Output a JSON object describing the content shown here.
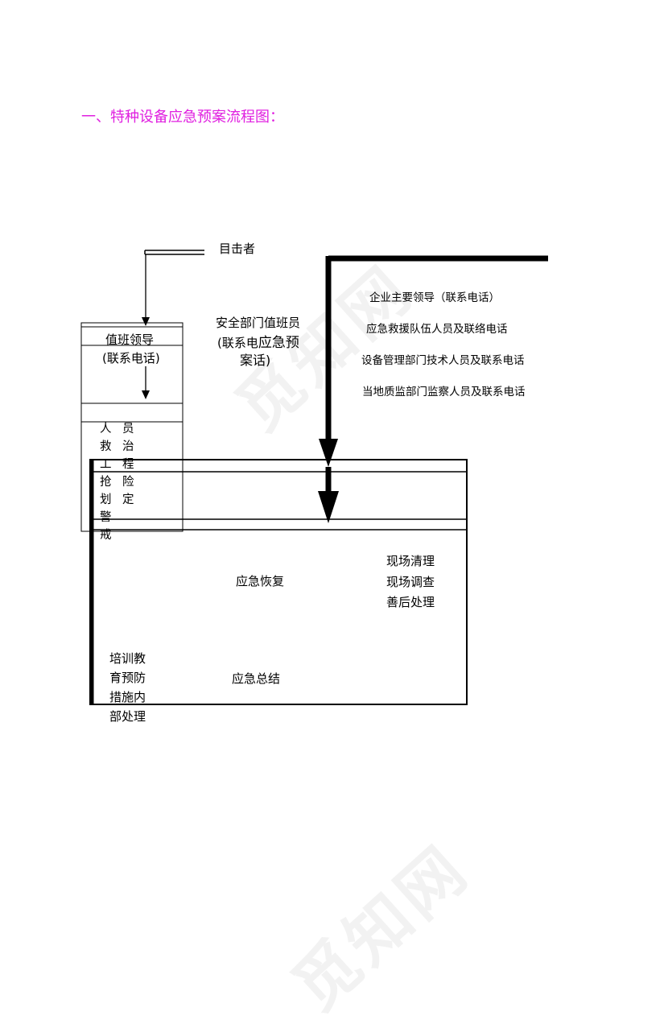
{
  "title": "一、特种设备应急预案流程图：",
  "witness": "目击者",
  "security_duty": {
    "line1": "安全部门值班员",
    "line2_a": "(联系电",
    "line2_b": "应急预",
    "line3": "案话)"
  },
  "contacts": [
    "企业主要领导（联系电话）",
    "应急救援队伍人员及联络电话",
    "设备管理部门技术人员及联系电话",
    "当地质监部门监察人员及联系电话"
  ],
  "duty_leader": {
    "line1": "值班领导",
    "line2": "(联系电话)"
  },
  "vertical_col_left": "人救工抢划警戒",
  "vertical_col_right": "员治程险定",
  "emergency_recovery": "应急恢复",
  "cleanup": [
    "现场清理",
    "现场调查",
    "善后处理"
  ],
  "emergency_summary": "应急总结",
  "training": "培训教育预防措施内部处理"
}
